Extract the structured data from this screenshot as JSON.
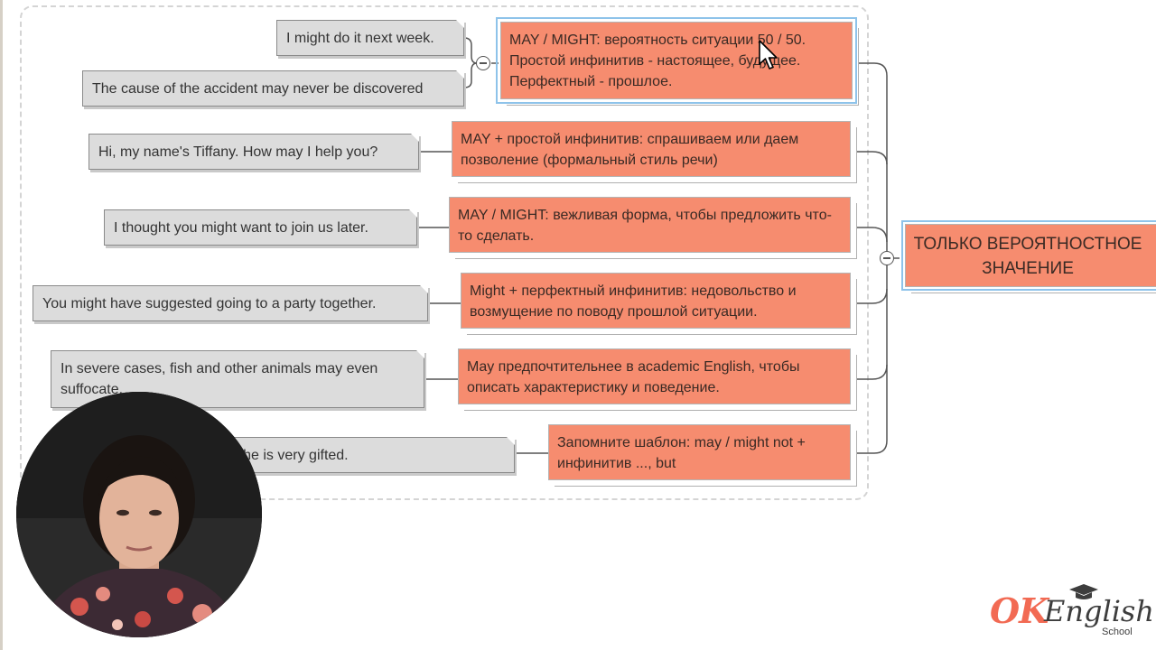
{
  "central_topic": {
    "label": "ТОЛЬКО ВЕРОЯТНОСТНОЕ ЗНАЧЕНИЕ"
  },
  "branches": [
    {
      "topic": "MAY / MIGHT: вероятность ситуации 50 / 50. Простой инфинитив - настоящее, будущее. Перфектный - прошлое.",
      "examples": [
        "I might do it next week.",
        "The cause of the accident may never be discovered"
      ]
    },
    {
      "topic": "MAY + простой инфинитив: спрашиваем или даем позволение (формальный стиль речи)",
      "examples": [
        "Hi, my name's Tiffany. How may I help you?"
      ]
    },
    {
      "topic": "MAY / MIGHT: вежливая форма, чтобы предложить что-то сделать.",
      "examples": [
        "I thought you might want to join us later."
      ]
    },
    {
      "topic": "Might + перфектный инфинитив: недовольство и возмущение по поводу прошлой ситуации.",
      "examples": [
        "You might have suggested going to a party together."
      ]
    },
    {
      "topic": "May предпочтительнее в academic English, чтобы описать характеристику и поведение.",
      "examples": [
        "In severe cases, fish and other animals may even suffocate."
      ]
    },
    {
      "topic": "Запомните шаблон: may / might not + инфинитив ..., but",
      "examples": [
        "He might not be genius, but he is very gifted."
      ]
    }
  ],
  "logo": {
    "ok": "OK",
    "english": "English",
    "school": "School"
  },
  "colors": {
    "topic_fill": "#f68c6f",
    "note_fill": "#dcdcdc",
    "selection": "#8ec3ea",
    "logo_accent": "#f26a53"
  },
  "icons": [
    "mouse-cursor-icon",
    "collapse-toggle-icon",
    "graduation-cap-icon"
  ]
}
